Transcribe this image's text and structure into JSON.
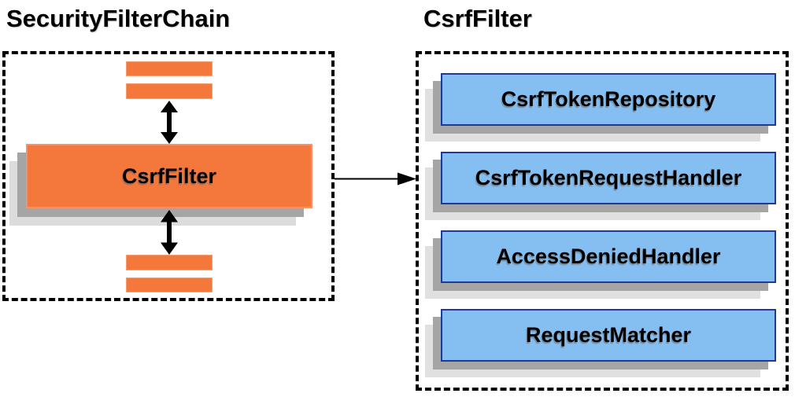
{
  "left_section": {
    "title": "SecurityFilterChain",
    "filter_chain": {
      "filter_label": "CsrfFilter",
      "other_filter_bars_count": 4
    }
  },
  "right_section": {
    "title": "CsrfFilter",
    "components": [
      {
        "label": "CsrfTokenRepository"
      },
      {
        "label": "CsrfTokenRequestHandler"
      },
      {
        "label": "AccessDeniedHandler"
      },
      {
        "label": "RequestMatcher"
      }
    ]
  },
  "icons": {
    "bidirectional_arrow": "double-headed-vertical-arrow",
    "flow_arrow": "right-arrow"
  },
  "colors": {
    "filter_orange": "#F4773C",
    "component_blue": "#85BEF0",
    "component_border_blue": "#1B3A9E",
    "shadow_dark": "#A5A5A5",
    "shadow_light": "#DCDCDC",
    "dashed_border": "#000000",
    "text": "#000000",
    "background": "#FFFFFF"
  }
}
